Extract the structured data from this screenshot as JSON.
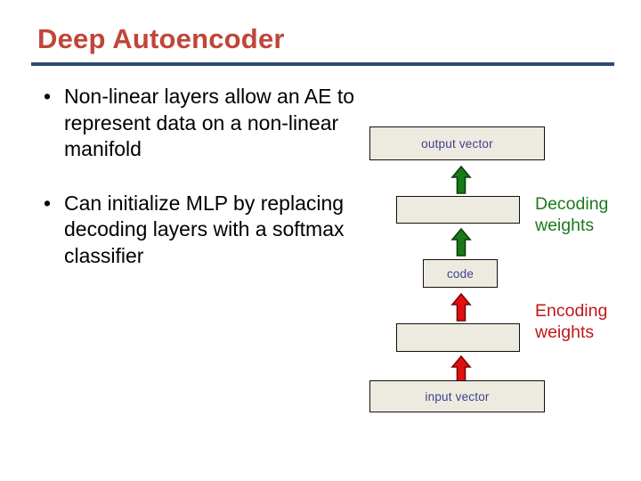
{
  "slide": {
    "title": "Deep Autoencoder",
    "title_color": "#C0453A",
    "rule_color": "#2C4A6E",
    "background": "#ffffff"
  },
  "bullets": [
    {
      "marker": "•",
      "text": "Non-linear layers allow an AE to represent data on a non-linear manifold"
    },
    {
      "marker": "•",
      "text": "Can initialize MLP by replacing decoding layers with a softmax classifier"
    }
  ],
  "diagram": {
    "box_fill": "#EDEBE0",
    "box_border": "#101010",
    "label_color": "#3F3F8F",
    "nodes": [
      {
        "id": "output",
        "label": "output vector"
      },
      {
        "id": "decoding_layer",
        "label": ""
      },
      {
        "id": "code",
        "label": "code"
      },
      {
        "id": "encoding_layer",
        "label": ""
      },
      {
        "id": "input",
        "label": "input vector"
      }
    ],
    "arrows": [
      {
        "id": "arrow-decoding-top",
        "direction": "up",
        "color": "#1A7A1A"
      },
      {
        "id": "arrow-decoding-bottom",
        "direction": "up",
        "color": "#1A7A1A"
      },
      {
        "id": "arrow-encoding-top",
        "direction": "up",
        "color": "#E01010"
      },
      {
        "id": "arrow-encoding-bottom",
        "direction": "up",
        "color": "#E01010"
      }
    ],
    "legends": [
      {
        "id": "decoding",
        "text": "Decoding\nweights",
        "color": "#1E7A1E"
      },
      {
        "id": "encoding",
        "text": "Encoding\nweights",
        "color": "#C01818"
      }
    ]
  }
}
